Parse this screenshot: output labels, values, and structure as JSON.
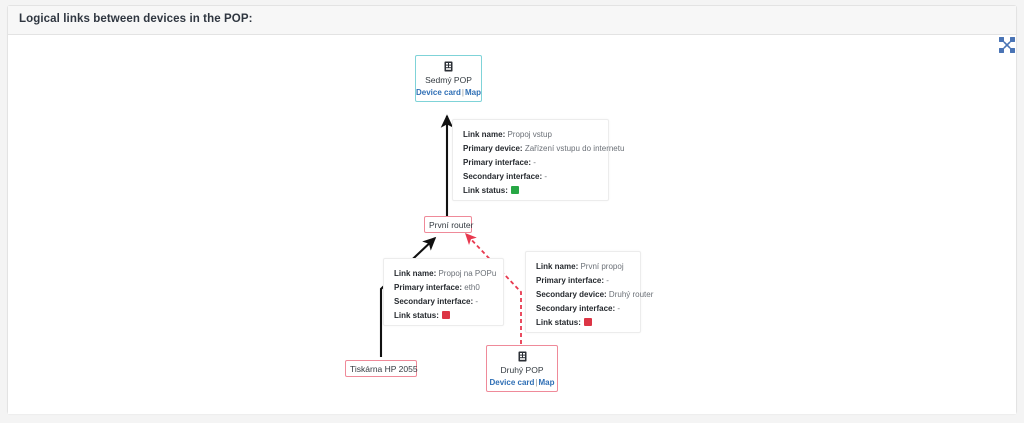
{
  "panel": {
    "title": "Logical links between devices in the POP:",
    "expand_icon": "expand-arrows-icon"
  },
  "colors": {
    "link_blue": "#2f6fb5",
    "status_up": "#28a745",
    "status_down": "#dc3545",
    "node_border_teal": "#7fd3d8",
    "node_border_red": "#ef8a99",
    "edge_black": "#111111",
    "edge_red": "#e8394f"
  },
  "nodes": [
    {
      "id": "sedmy-pop",
      "label": "Sedmý POP",
      "icon": "server-icon",
      "border": "teal",
      "links": [
        {
          "label": "Device card"
        },
        {
          "label": "Map"
        }
      ],
      "separator": "|"
    },
    {
      "id": "prvni-router",
      "label": "První router",
      "border": "red",
      "links": [],
      "separator": ""
    },
    {
      "id": "tiskarna",
      "label": "Tiskárna HP 2055",
      "border": "red",
      "links": [],
      "separator": ""
    },
    {
      "id": "druhy-pop",
      "label": "Druhý POP",
      "icon": "server-icon",
      "border": "red",
      "links": [
        {
          "label": "Device card"
        },
        {
          "label": "Map"
        }
      ],
      "separator": "|"
    }
  ],
  "infoboxes": [
    {
      "id": "link-propoj-vstup",
      "rows": [
        {
          "key": "Link name:",
          "value": "Propoj vstup"
        },
        {
          "key": "Primary device:",
          "value": "Zařízení vstupu do internetu"
        },
        {
          "key": "Primary interface:",
          "value": "-"
        },
        {
          "key": "Secondary interface:",
          "value": "-"
        },
        {
          "key": "Link status:",
          "value": "",
          "status": "up"
        }
      ]
    },
    {
      "id": "link-propoj-na-popu",
      "rows": [
        {
          "key": "Link name:",
          "value": "Propoj na POPu"
        },
        {
          "key": "Primary interface:",
          "value": "eth0"
        },
        {
          "key": "Secondary interface:",
          "value": "-"
        },
        {
          "key": "Link status:",
          "value": "",
          "status": "down"
        }
      ]
    },
    {
      "id": "link-prvni-propoj",
      "rows": [
        {
          "key": "Link name:",
          "value": "První propoj"
        },
        {
          "key": "Primary interface:",
          "value": "-"
        },
        {
          "key": "Secondary device:",
          "value": "Druhý router"
        },
        {
          "key": "Secondary interface:",
          "value": "-"
        },
        {
          "key": "Link status:",
          "value": "",
          "status": "down"
        }
      ]
    }
  ]
}
